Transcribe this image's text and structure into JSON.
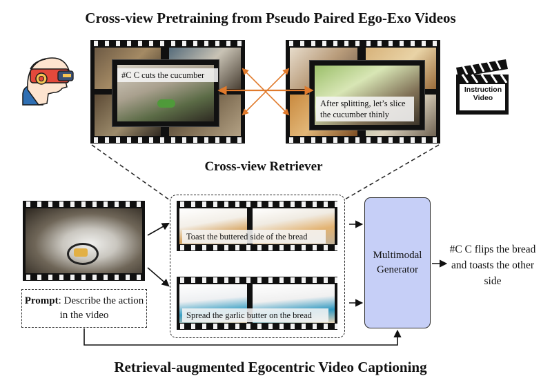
{
  "top_title": "Cross-view Pretraining from Pseudo Paired Ego-Exo Videos",
  "middle_title": "Cross-view Retriever",
  "bottom_title": "Retrieval-augmented Egocentric Video Captioning",
  "ego_caption": "#C C cuts the cucumber",
  "exo_caption": "After splitting, let’s slice the cucumber thinly",
  "instruction_label": "Instruction Video",
  "retrieved": [
    {
      "caption": "Toast the buttered side of the bread"
    },
    {
      "caption": "Spread the garlic butter on the bread"
    }
  ],
  "prompt": {
    "bold": "Prompt",
    "text": ": Describe the action in the video"
  },
  "generator_label": "Multimodal Generator",
  "output_caption": "#C C flips the bread and toasts the other side",
  "icons": [
    "vr-headset-user-icon",
    "clapperboard-icon"
  ],
  "colors": {
    "cross_arrow": "#e07a2c",
    "generator_fill": "#c6cff7"
  }
}
